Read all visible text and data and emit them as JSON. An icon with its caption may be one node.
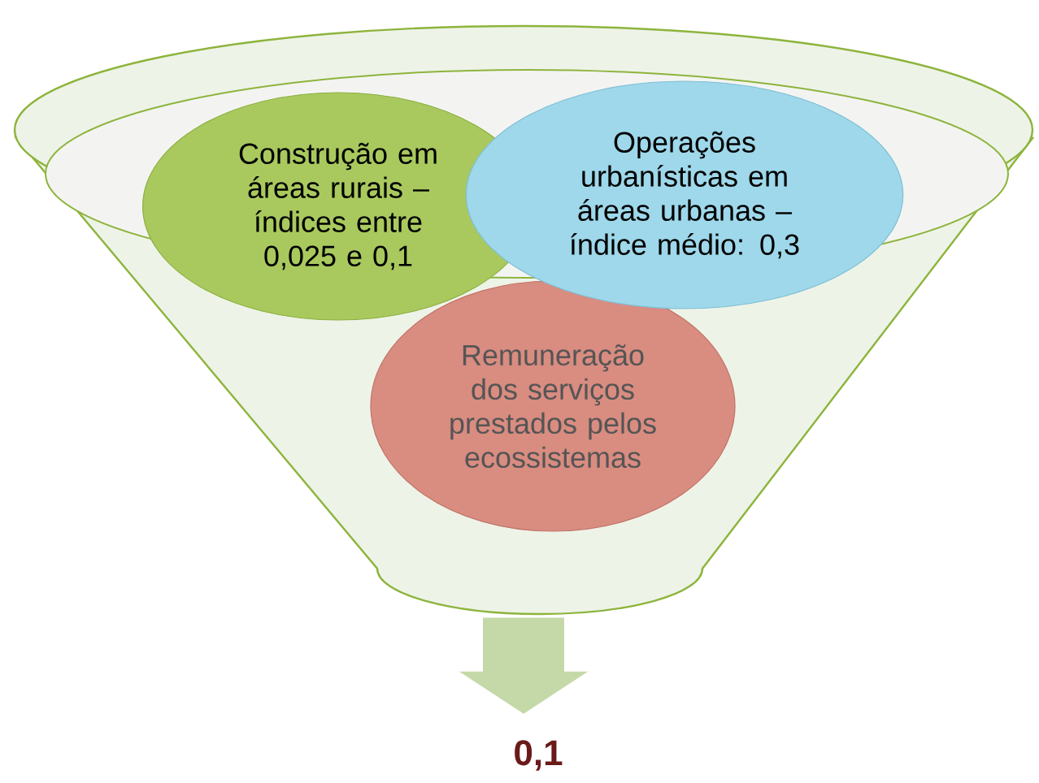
{
  "diagram": {
    "nodes": [
      {
        "text": [],
        "shape": "funnel"
      },
      {
        "text": [
          "Construção em áreas rurais – índices entre 0,025 e 0,1"
        ]
      },
      {
        "text": [
          "Operações urbanísticas em áreas urbanas – índice médio: 0,3"
        ]
      },
      {
        "text": [
          "Remuneração dos serviços prestados pelos ecossistemas"
        ],
        "in": 0
      },
      {
        "text": [
          "0,1"
        ]
      }
    ],
    "edges": [
      {
        "from": 0,
        "to": 4,
        "arrow": "to"
      }
    ]
  }
}
